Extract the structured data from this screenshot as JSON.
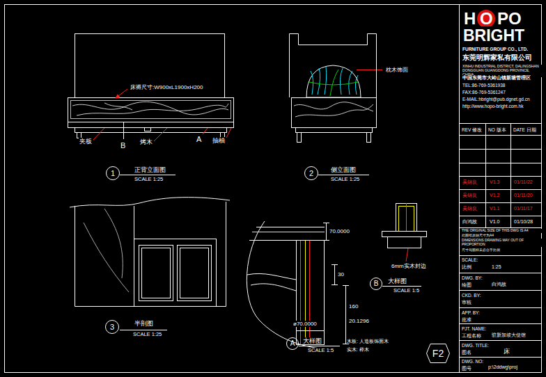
{
  "diagram": {
    "nodes": [
      {
        "text": [
          "1"
        ]
      },
      {
        "text": [
          "2"
        ]
      },
      {
        "text": [
          "3"
        ]
      },
      {
        "text": [
          "A"
        ]
      },
      {
        "text": [
          "B"
        ]
      },
      {
        "text": [
          "F2"
        ]
      }
    ],
    "labels": [
      "床褥尺寸:W900xL1900xH200",
      "夹板",
      "B",
      "烤木",
      "A",
      "抽柚",
      "枕木饰面",
      "正背立面图",
      "SCALE 1:25",
      "侧立面图",
      "SCALE 1:25",
      "半剖图",
      "SCALE 1:25",
      "70.0000",
      "30",
      "160",
      "20.1296",
      "ø70.0000",
      "6mm实木封边",
      "大样图",
      "SCALE 1:5",
      "大样图",
      "SCALE 1:5",
      "木板: 人造板饰面木",
      "实木: 榉木",
      "H",
      "O",
      "PO",
      "BRIGHT",
      "FURNITURE GROUP CO., LTD.",
      "东莞明辉家私有限公司",
      "XINHU INDUSTRIAL DISTRICT, DALINGSHAN DONGGUAN GUANGDONG PROVINCE, CHINA",
      "中国东莞市大岭山镇新塘管理区",
      "TEL:86-769-5361938",
      "FAX:86-769-5361247",
      "E-MAIL:hbright@pub.dgnet.gd.cn",
      "http://www.hopo-bright.com.hk",
      "REV 修改",
      "NO 版本",
      "DATE 日期",
      "吴锦良",
      "V1.3",
      "01/11/22",
      "吴锦良",
      "V1.2",
      "01/11/20",
      "吴锦良",
      "V1.1",
      "01/11/17",
      "白鸿故",
      "V1.0",
      "01/10/28",
      "THE ORIGINAL SIZE OF THIS DWG IS A4",
      "此图纸原始尺寸为A4",
      "DIMENSIONS DRAWING MAY OUT OF PROPORTION",
      "尺寸与图样未必合乎比例",
      "SCALE:",
      "比例",
      "1:25",
      "DWG. BY:",
      "绘图",
      "白鸿故",
      "CKD. BY:",
      "审核",
      "APP. BY:",
      "批准",
      "PJT. NAME:",
      "工程名称",
      "驻新加坡大使馆",
      "DWG. TITLE:",
      "图名",
      "床",
      "DWG. NO:",
      "图号",
      "p:\\2ddwg\\proj"
    ]
  }
}
